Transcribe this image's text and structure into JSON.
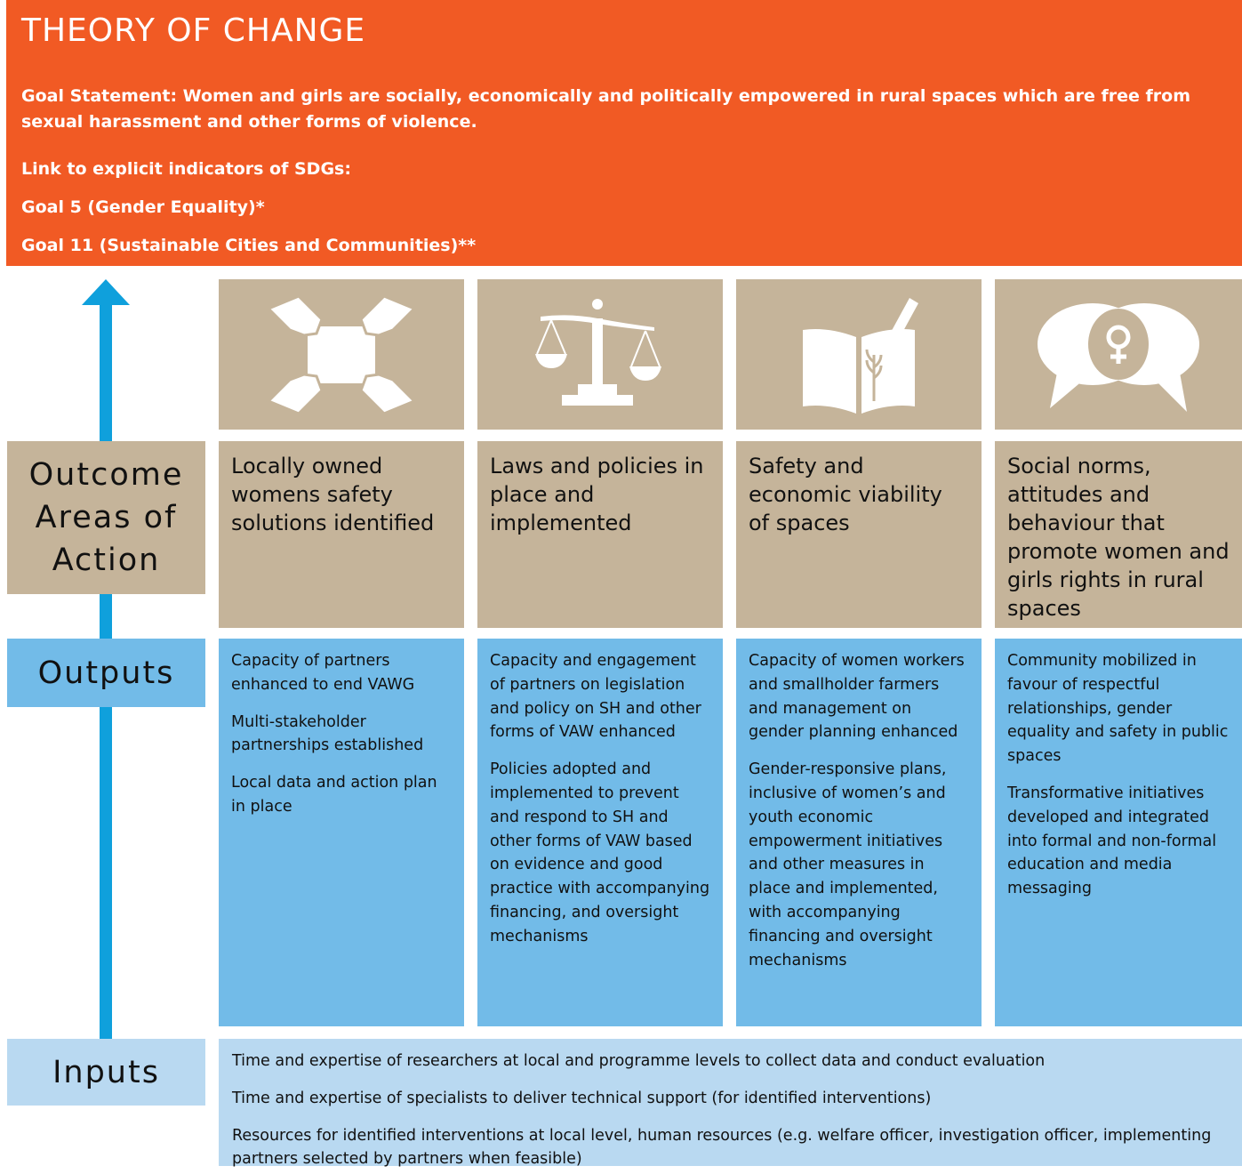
{
  "header": {
    "title": "THEORY OF CHANGE",
    "goal_line1": "Goal Statement: Women and girls are socially, economically and politically empowered in rural spaces which are free from",
    "goal_line2": "sexual harassment and other forms of violence.",
    "link_label": "Link to explicit indicators of SDGs:",
    "goal5": "Goal 5 (Gender Equality)*",
    "goal11": "Goal 11 (Sustainable Cities and Communities)**"
  },
  "labels": {
    "outcome_line1": "Outcome",
    "outcome_line2": "Areas of",
    "outcome_line3": "Action",
    "outputs": "Outputs",
    "inputs": "Inputs"
  },
  "icons": [
    "hands-holding-paper-icon",
    "scales-of-justice-icon",
    "book-with-pen-and-wheat-icon",
    "speech-bubbles-female-symbol-icon"
  ],
  "outcomes": [
    "Locally owned womens safety solutions identified",
    "Laws and policies in place and implemented",
    "Safety and economic viability of spaces",
    "Social norms, attitudes and behaviour that promote women and girls rights in rural spaces"
  ],
  "outputs": [
    {
      "items": [
        "Capacity of partners enhanced to end VAWG",
        "Multi-stakeholder partnerships established",
        "Local data and action plan in place"
      ]
    },
    {
      "items": [
        "Capacity and engagement of partners on legislation and policy on SH and other forms of VAW enhanced",
        "Policies adopted and implemented to prevent and respond to SH and other forms of VAW based on evidence and good practice with accompanying financing, and oversight mechanisms"
      ]
    },
    {
      "items": [
        "Capacity of women workers and smallholder farmers and management on gender planning enhanced",
        "Gender-responsive plans, inclusive of women’s and youth economic empowerment initiatives and other measures in place and implemented, with accompanying financing and oversight mechanisms"
      ]
    },
    {
      "items": [
        "Community mobilized in favour of respectful relationships, gender equality and safety in public spaces",
        "Transformative initiatives developed and integrated into formal and non-formal education and media messaging"
      ]
    }
  ],
  "inputs": [
    "Time and expertise of researchers at local and programme levels to collect data and conduct evaluation",
    "Time and expertise of specialists to deliver technical support (for identified interventions)",
    "Resources for identified interventions at local level, human resources (e.g. welfare officer, investigation officer, implementing partners selected by partners when feasible)"
  ],
  "colors": {
    "header": "#f15a24",
    "tan": "#c5b49a",
    "outputs_blue": "#72bbe8",
    "inputs_blue": "#b9d9f1",
    "arrow": "#0fa0dc"
  }
}
